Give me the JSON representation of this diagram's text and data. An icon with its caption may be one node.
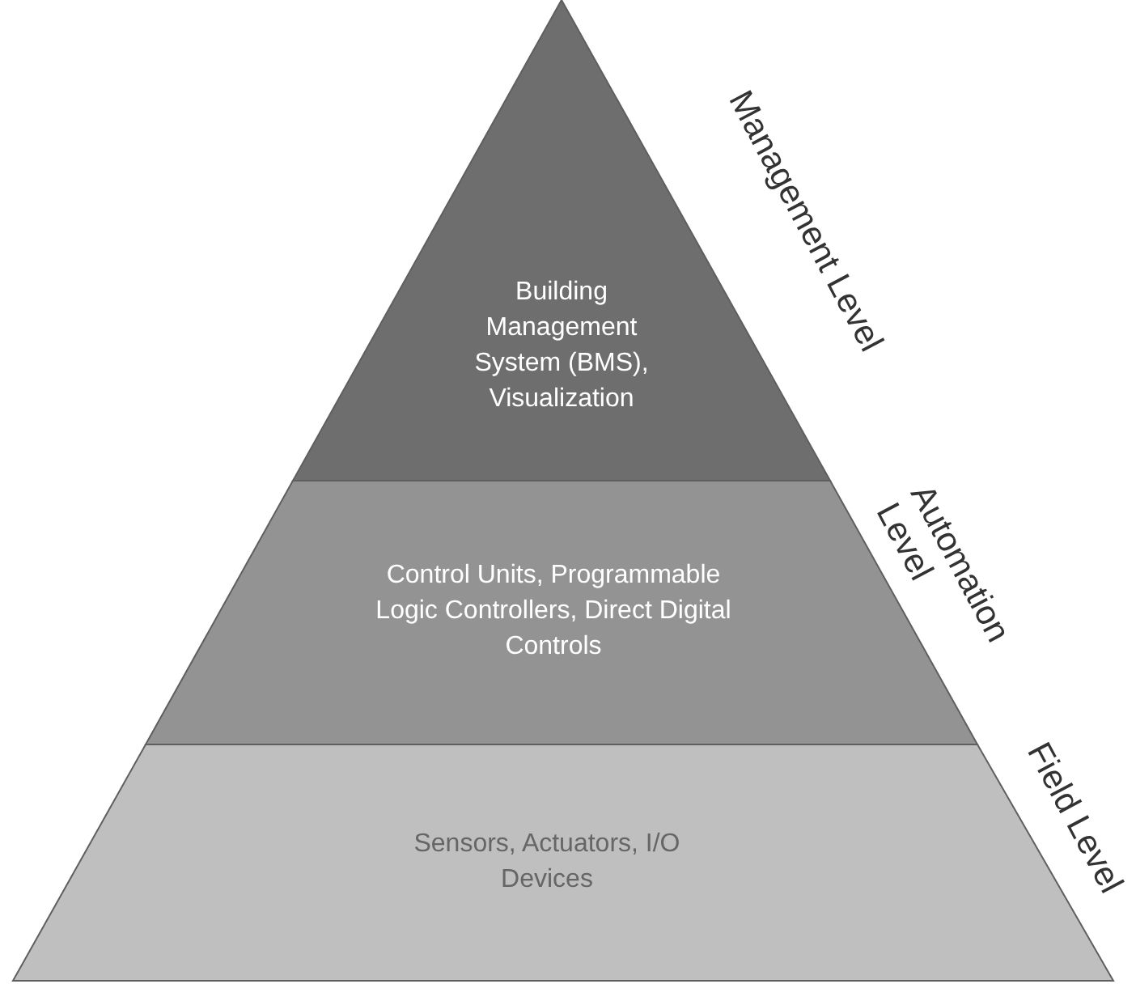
{
  "diagram": {
    "nodes": [
      {
        "text": [
          "Building Management System (BMS), Visualization"
        ],
        "beside": [
          "Management Level"
        ]
      },
      {
        "text": [
          "Control Units, Programmable Logic Controllers, Direct Digital Controls"
        ],
        "beside": [
          "Automation Level"
        ]
      },
      {
        "text": [
          "Sensors, Actuators, I/O Devices"
        ],
        "beside": [
          "Field Level"
        ]
      }
    ]
  }
}
